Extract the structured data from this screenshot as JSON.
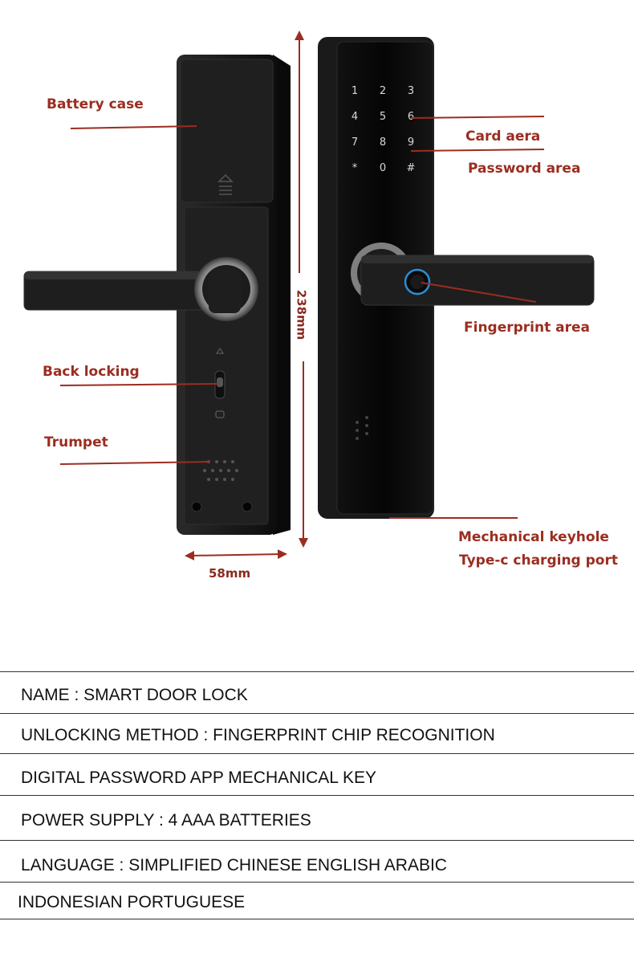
{
  "diagram": {
    "labels": {
      "battery_case": "Battery case",
      "back_locking": "Back locking",
      "trumpet": "Trumpet",
      "card_area": "Card aera",
      "password_area": "Password area",
      "fingerprint_area": "Fingerprint area",
      "mechanical_keyhole": "Mechanical keyhole",
      "typec_port": "Type-c charging port"
    },
    "dimensions": {
      "height": "238mm",
      "width": "58mm"
    },
    "keypad": [
      "1",
      "2",
      "3",
      "4",
      "5",
      "6",
      "7",
      "8",
      "9",
      "*",
      "0",
      "#"
    ],
    "colors": {
      "label_color": "#9b2d20",
      "lock_body": "#1a1a1a",
      "fingerprint_ring": "#2a8fd6"
    }
  },
  "specs": {
    "line1": "NAME  :  SMART DOOR LOCK",
    "line2": "UNLOCKING METHOD  : FINGERPRINT   CHIP RECOGNITION",
    "line3": "DIGITAL PASSWORD    APP    MECHANICAL KEY",
    "line4": "POWER SUPPLY :  4 AAA BATTERIES",
    "line5": "LANGUAGE  :  SIMPLIFIED CHINESE ENGLISH ARABIC",
    "line6": "INDONESIAN PORTUGUESE"
  }
}
